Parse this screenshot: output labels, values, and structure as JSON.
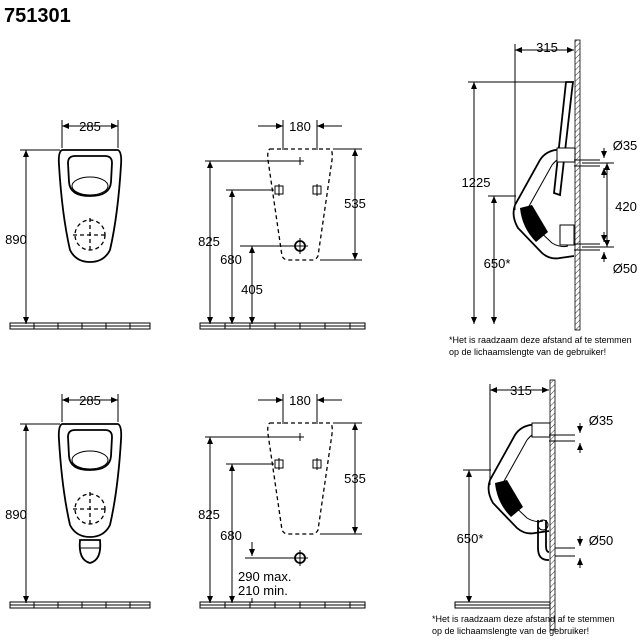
{
  "title": "751301",
  "top_row": {
    "front_width": "285",
    "front_height": "890",
    "rear_width": "180",
    "rear_h825": "825",
    "rear_h680": "680",
    "rear_h405": "405",
    "rear_h535": "535",
    "side_depth": "315",
    "side_h1225": "1225",
    "side_h650": "650*",
    "side_h420": "420",
    "side_d35": "Ø35",
    "side_d50": "Ø50",
    "note_line1": "*Het is raadzaam deze afstand af te stemmen",
    "note_line2": "op de lichaamslengte van de gebruiker!"
  },
  "bottom_row": {
    "front_width": "285",
    "front_height": "890",
    "rear_width": "180",
    "rear_h825": "825",
    "rear_h680": "680",
    "rear_h535": "535",
    "rear_max": "290 max.",
    "rear_min": "210 min.",
    "side_depth": "315",
    "side_h650": "650*",
    "side_d35": "Ø35",
    "side_d50": "Ø50",
    "note_line1": "*Het is raadzaam deze afstand af te stemmen",
    "note_line2": "op de lichaamslengte van de gebruiker!"
  }
}
